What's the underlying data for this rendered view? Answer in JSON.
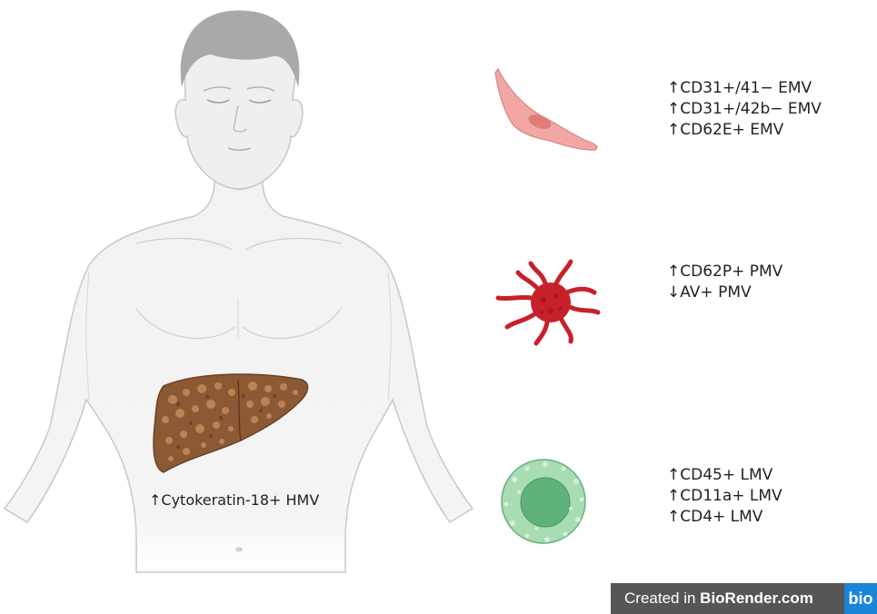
{
  "liver_label": "↑Cytokeratin-18+ HMV",
  "cells": [
    {
      "icon": "endothelial-cell-icon",
      "markers": [
        "↑CD31+/41− EMV",
        "↑CD31+/42b− EMV",
        "↑CD62E+ EMV"
      ]
    },
    {
      "icon": "platelet-icon",
      "markers": [
        "↑CD62P+ PMV",
        "↓AV+ PMV"
      ]
    },
    {
      "icon": "leukocyte-icon",
      "markers": [
        "↑CD45+ LMV",
        "↑CD11a+ LMV",
        "↑CD4+ LMV"
      ]
    }
  ],
  "badge": {
    "prefix": "Created in ",
    "brand": "BioRender.com",
    "logo": "bio"
  },
  "colors": {
    "liver": "#8b5a35",
    "endothelial": "#f2a7a5",
    "platelet": "#c8202a",
    "leukocyte": "#8fcf9f",
    "badge_bg": "#565656",
    "badge_logo": "#1a85d6"
  }
}
